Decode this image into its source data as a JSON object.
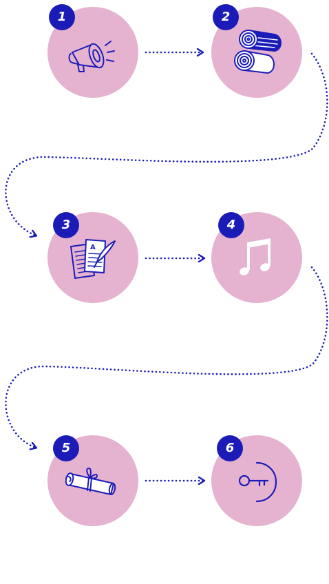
{
  "colors": {
    "circle": "#e5b3cf",
    "accent": "#1b1cb8",
    "badge_text": "#ffffff"
  },
  "steps": [
    {
      "number": "1",
      "icon": "megaphone-icon"
    },
    {
      "number": "2",
      "icon": "rolled-mats-icon"
    },
    {
      "number": "3",
      "icon": "documents-quill-icon"
    },
    {
      "number": "4",
      "icon": "music-note-icon"
    },
    {
      "number": "5",
      "icon": "scroll-icon"
    },
    {
      "number": "6",
      "icon": "key-icon"
    }
  ]
}
